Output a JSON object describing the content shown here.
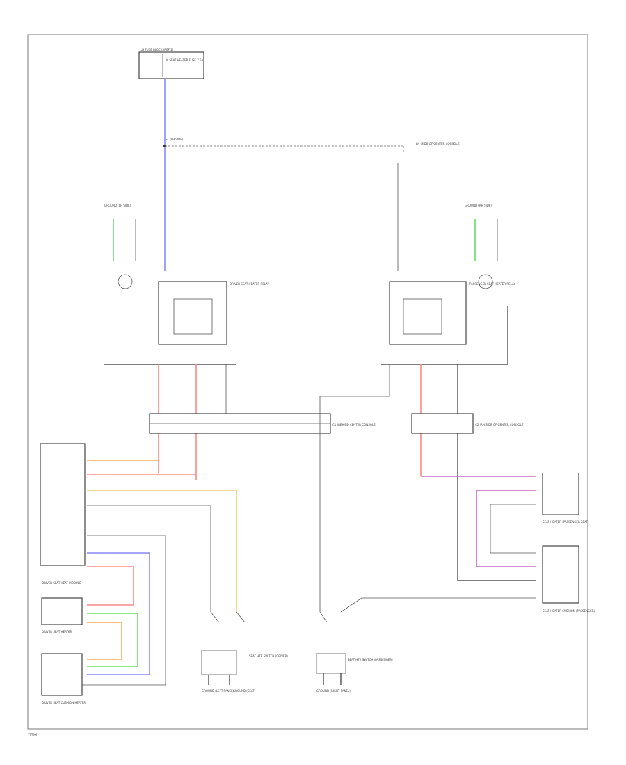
{
  "labels": {
    "footer": "YTT9M",
    "fuse_block": "LH FUSE BLOCK (REF 1)",
    "fuse_note": "IN SEAT HEATER FUSE 7.5A",
    "left_splice": "S1 (LH SIDE)",
    "right_splice": "LH (SIDE OF CENTER CONSOLE)",
    "left_relay": "DRIVER SEAT HEATER RELAY",
    "right_relay": "PASSENGER SEAT HEATER RELAY",
    "left_ground_top": "GROUND (LH SIDE)",
    "right_ground_top": "GROUND (RH SIDE)",
    "center_connector": "C1 (BEHIND CENTER CONSOLE)",
    "right_connector": "C2 (RH SIDE OF CENTER CONSOLE)",
    "driver_module": "DRIVER SEAT HEAT MODULE",
    "driver_heater": "DRIVER SEAT HEATER",
    "driver_cushion": "DRIVER SEAT CUSHION HEATER",
    "pass_heater_top": "SEAT HEATER (PASSENGER SEAT)",
    "pass_heater_bottom": "SEAT HEATER CUSHION (PASSENGER)",
    "switch_left": "SEAT HTR SWITCH (DRIVER)",
    "switch_right": "SEAT HTR SWITCH (PASSENGER)",
    "ground_left": "GROUND (LEFT PANEL)",
    "ground_mid": "GROUND (SEAT)",
    "ground_right": "GROUND (RIGHT PANEL)"
  },
  "colors": {
    "blue": "#8888ff",
    "red": "#ff8888",
    "green": "#66dd66",
    "orange": "#ffaa55",
    "yellow": "#eecc66",
    "magenta": "#cc66cc",
    "gray": "#999999"
  }
}
